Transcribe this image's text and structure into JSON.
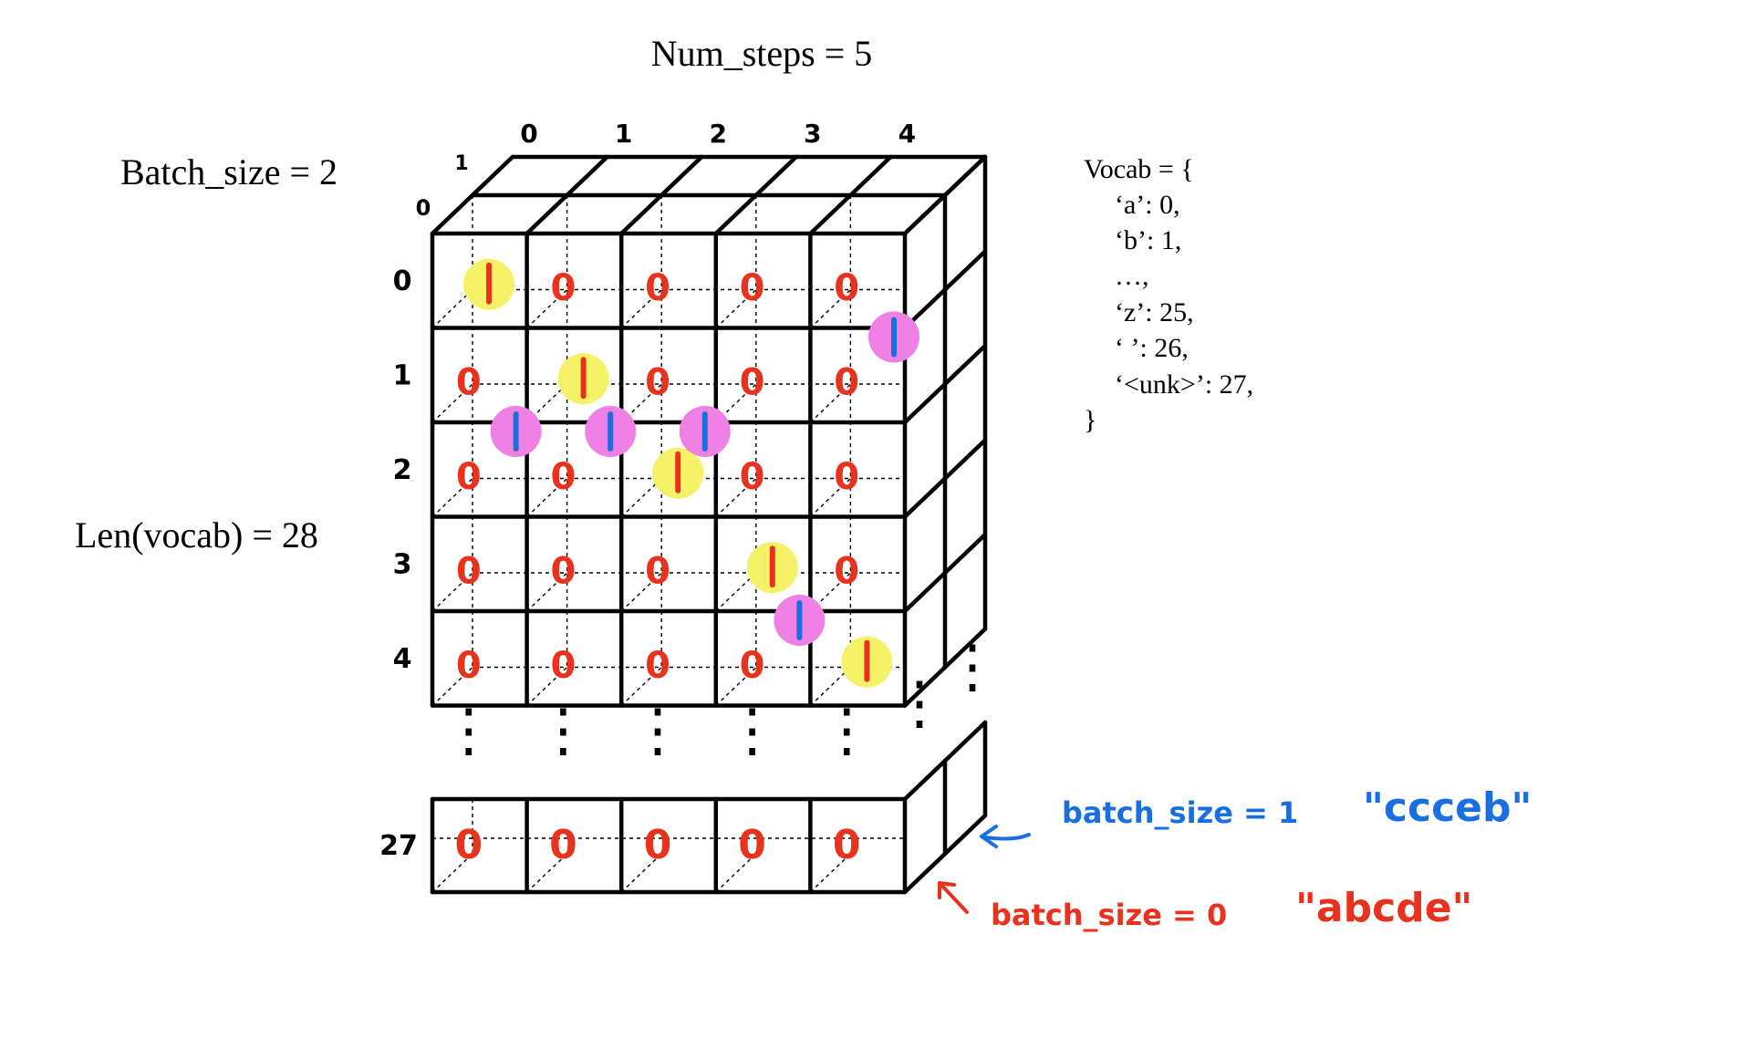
{
  "labels": {
    "num_steps": "Num_steps = 5",
    "batch_size": "Batch_size = 2",
    "len_vocab": "Len(vocab) = 28"
  },
  "vocab_lines": [
    "Vocab = {",
    "‘a’: 0,",
    "‘b’: 1,",
    "…,",
    "‘z’: 25,",
    "‘ ’: 26,",
    "‘<unk>’: 27,",
    "}"
  ],
  "step_ticks": [
    "0",
    "1",
    "2",
    "3",
    "4"
  ],
  "batch_ticks": [
    "0",
    "1"
  ],
  "row_ticks": [
    "0",
    "1",
    "2",
    "3",
    "4"
  ],
  "last_row_tick": "27",
  "dots": "⋮",
  "front_grid": [
    [
      "1",
      "0",
      "0",
      "0",
      "0"
    ],
    [
      "0",
      "1",
      "0",
      "0",
      "0"
    ],
    [
      "0",
      "0",
      "1",
      "0",
      "0"
    ],
    [
      "0",
      "0",
      "0",
      "1",
      "0"
    ],
    [
      "0",
      "0",
      "0",
      "0",
      "1"
    ]
  ],
  "last_row_values": [
    "0",
    "0",
    "0",
    "0",
    "0"
  ],
  "back_ones": {
    "value": "1",
    "cells": [
      [
        2,
        0
      ],
      [
        2,
        1
      ],
      [
        2,
        2
      ],
      [
        4,
        3
      ],
      [
        1,
        4
      ]
    ]
  },
  "annotations": {
    "batch1_label": "batch_size = 1",
    "batch1_text": "\"ccceb\"",
    "batch0_label": "batch_size = 0",
    "batch0_text": "\"abcde\""
  },
  "colors": {
    "front_digit": "#e8321e",
    "back_digit": "#1a6fe0",
    "front_highlight": "#f6f268",
    "back_highlight": "#ee80e6"
  }
}
